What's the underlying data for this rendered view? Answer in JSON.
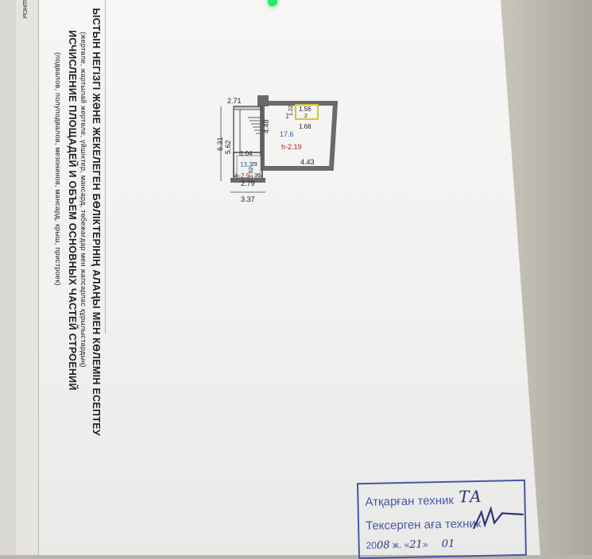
{
  "header_lines": [
    "ЫСТЫН НЕГІЗГІ ЖӘНЕ ЖЕКЕЛЕГЕН БӨЛІКТЕРІНІҢ АЛАҢЫ МЕН КӨЛЕМІН ЕСЕПТЕУ",
    "(жертөле, жартылай жертөле, үйшіктер, мансард, төбежағдар мен жапсарлас құрылыстардың)",
    "ИСЧИСЛЕНИЕ ПЛОЩАДЕЙ И ОБЪЕМ ОСНОВНЫХ ЧАСТЕЙ СТРОЕНИЙ",
    "(подвалов, полуподвалов, мезонинов, мансард, крыш, пристроек)"
  ],
  "strip_text": "шнсы",
  "plan": {
    "dims": {
      "top_left": "2.71",
      "left_height": "6.31",
      "inner_height": "5.62",
      "room_height": "4.48",
      "bottom_inner": "2.79",
      "bottom_outer": "3.37",
      "room_width": "4.43",
      "closet_width": "1.56",
      "closet_h1": "1.22",
      "closet_h2": "1.68",
      "stair_width": "1.04",
      "small_a": "29",
      "small_b": "1.62",
      "small_c": "36"
    },
    "room1": {
      "number": "1",
      "area": "17.6",
      "height": "h-2.19"
    },
    "room2": {
      "number": "2"
    },
    "room3": {
      "area": "13.2",
      "height": "h-2.9"
    }
  },
  "stamp": {
    "line1": "Атқарған техник",
    "line2": "Тексерген аға техник",
    "date_prefix": "20",
    "year": "08",
    "date_mid": "ж. «",
    "day": "21",
    "date_end": "»",
    "month": "01",
    "sign1": "ТА"
  },
  "colors": {
    "stamp": "#4a57a6",
    "wall": "#6a6a6a",
    "area_text": "#2a5fa8",
    "height_text": "#b02020",
    "closet": "#d8c23a"
  }
}
